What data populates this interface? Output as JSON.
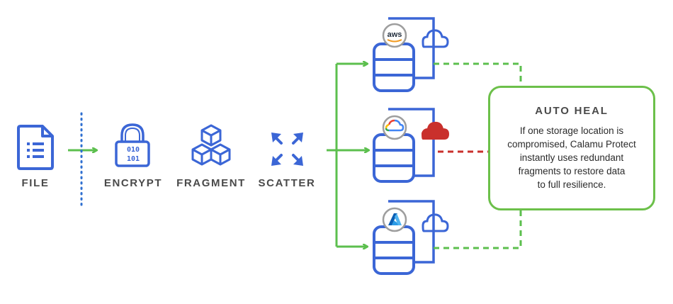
{
  "steps": [
    {
      "label": "FILE"
    },
    {
      "label": "ENCRYPT"
    },
    {
      "label": "FRAGMENT"
    },
    {
      "label": "SCATTER"
    }
  ],
  "providers": [
    {
      "icon": "aws-logo-icon",
      "label": "aws",
      "cloud_status": "normal"
    },
    {
      "icon": "google-cloud-logo-icon",
      "cloud_status": "compromised"
    },
    {
      "icon": "azure-logo-icon",
      "cloud_status": "normal"
    }
  ],
  "auto_heal": {
    "title": "AUTO HEAL",
    "text": "If one storage location is\ncompromised, Calamu Protect\ninstantly uses redundant\nfragments to restore data\nto full resilience."
  },
  "colors": {
    "primary_blue": "#3b66d6",
    "green": "#5cbf4e",
    "alert_red": "#c9302c",
    "label_gray": "#4a4a4a",
    "dotted_blue": "#2f6fd0"
  }
}
